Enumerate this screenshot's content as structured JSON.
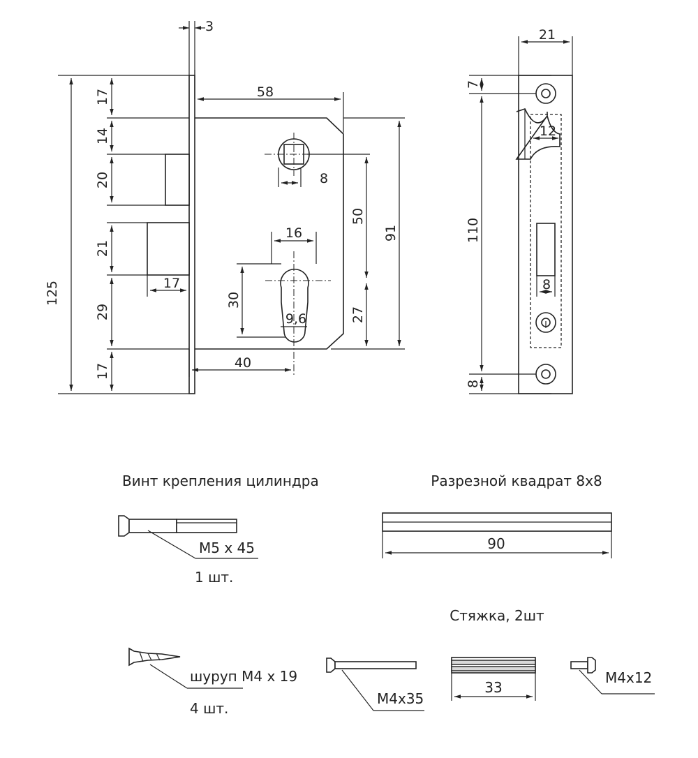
{
  "front_view": {
    "dims": {
      "faceplate_thickness": "3",
      "backset": "58",
      "total_height": "125",
      "top_offset": "17",
      "latch_gap": "14",
      "latch_height": "20",
      "deadbolt_height": "21",
      "deadbolt_projection": "17",
      "spindle_to_bottom": "29",
      "bottom_offset": "17",
      "spindle_size": "8",
      "cylinder_width": "16",
      "cylinder_height": "30",
      "cylinder_hole": "9,6",
      "cylinder_backset": "40",
      "center_distance": "50",
      "case_height": "91",
      "cylinder_to_bottom": "27"
    }
  },
  "side_view": {
    "dims": {
      "plate_width": "21",
      "top_hole_offset": "7",
      "slot_width": "12",
      "hole_distance": "110",
      "latch_slot_width": "8",
      "bottom_hole_offset": "8"
    }
  },
  "parts": {
    "cylinder_screw": {
      "title": "Винт крепления цилиндра",
      "size": "M5 x 45",
      "qty": "1 шт."
    },
    "split_spindle": {
      "title": "Разрезной квадрат 8х8",
      "length": "90"
    },
    "wood_screw": {
      "size": "шуруп M4 x 19",
      "qty": "4 шт."
    },
    "connector": {
      "title": "Стяжка, 2шт",
      "bolt": "M4x35",
      "sleeve_length": "33",
      "short_bolt": "M4x12"
    }
  }
}
